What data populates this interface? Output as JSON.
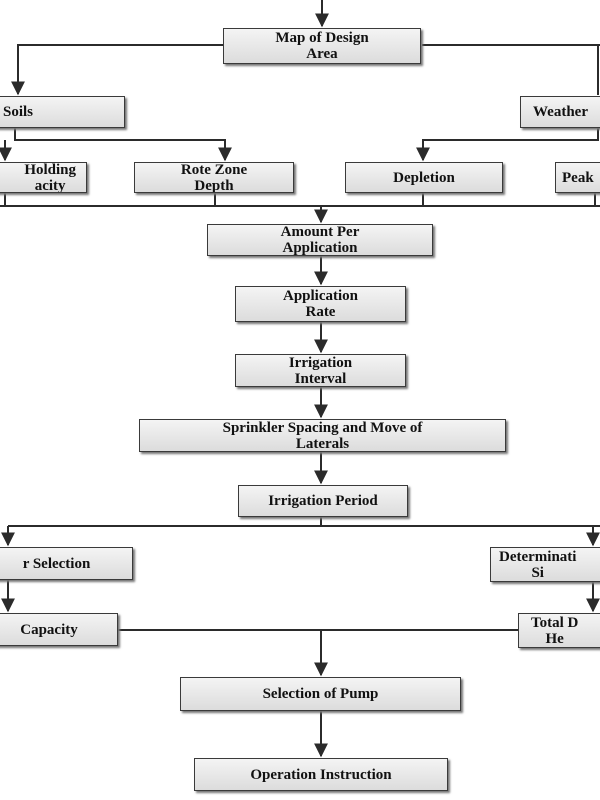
{
  "nodes": {
    "map": "Map of Design\nArea",
    "soils": "Soils",
    "weather": "Weather",
    "holding": "Holding\nacity",
    "rote": "Rote Zone\nDepth",
    "depletion": "Depletion",
    "peak": "Peak",
    "amount": "Amount Per\nApplication",
    "apprate": "Application\nRate",
    "interval": "Irrigation\nInterval",
    "sprinkler": "Sprinkler Spacing and Move of\nLaterals",
    "period": "Irrigation Period",
    "selection": "r Selection",
    "determination": "Determinati\nSi",
    "capacity": "Capacity",
    "total": "Total D\nHe",
    "pump": "Selection of Pump",
    "operation": "Operation Instruction"
  },
  "colors": {
    "line": "#2b2b2b",
    "box_border": "#3a3a3a"
  }
}
